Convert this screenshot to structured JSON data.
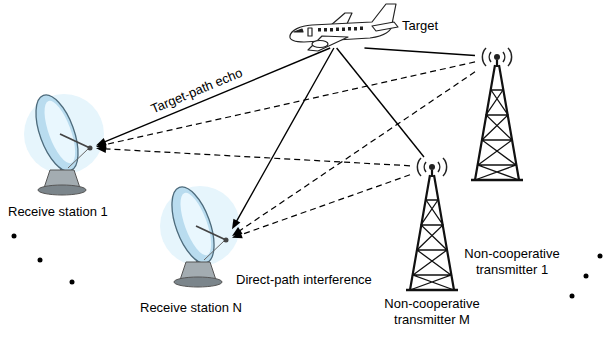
{
  "diagram": {
    "nodes": [
      {
        "text": [
          "Target"
        ]
      },
      {
        "text": [
          "Receive station 1"
        ]
      },
      {
        "text": [
          "Receive station N"
        ]
      },
      {
        "text": [
          "Non-cooperative transmitter M"
        ]
      },
      {
        "text": [
          "Non-cooperative transmitter 1"
        ]
      }
    ],
    "edges": [
      {
        "from": 0,
        "to": 1,
        "label": "Target-path echo",
        "arrow": "to"
      },
      {
        "from": 0,
        "to": 2,
        "arrow": "to"
      },
      {
        "from": 3,
        "to": 0,
        "arrow": "none"
      },
      {
        "from": 4,
        "to": 0,
        "arrow": "none"
      },
      {
        "from": 4,
        "to": 1,
        "arrow": "to"
      },
      {
        "from": 4,
        "to": 2,
        "arrow": "to"
      },
      {
        "from": 3,
        "to": 1,
        "arrow": "to"
      },
      {
        "from": 3,
        "to": 2,
        "arrow": "to"
      }
    ],
    "labels": [
      "Direct-path interference"
    ]
  }
}
